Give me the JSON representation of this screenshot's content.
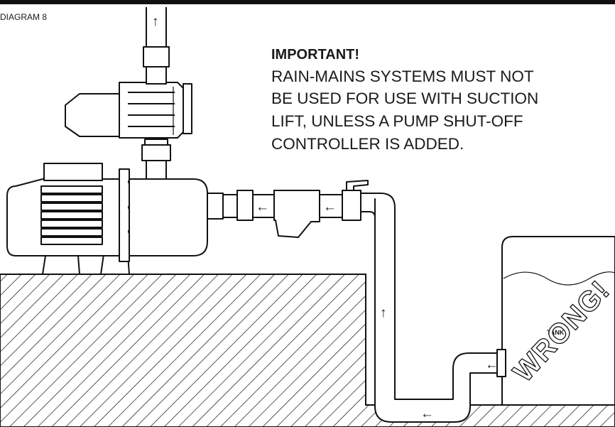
{
  "diagram": {
    "label": "DIAGRAM 8",
    "heading": "IMPORTANT!",
    "body_lines": [
      "RAIN-MAINS SYSTEMS MUST NOT",
      "BE USED FOR USE WITH SUCTION",
      "LIFT, UNLESS A PUMP SHUT-OFF",
      "CONTROLLER IS ADDED."
    ],
    "tank_label": "TANK",
    "watermark": "WRONG!",
    "arrow_up": "↑",
    "arrow_left": "←"
  },
  "colors": {
    "line": "#111111",
    "background": "#ffffff"
  }
}
